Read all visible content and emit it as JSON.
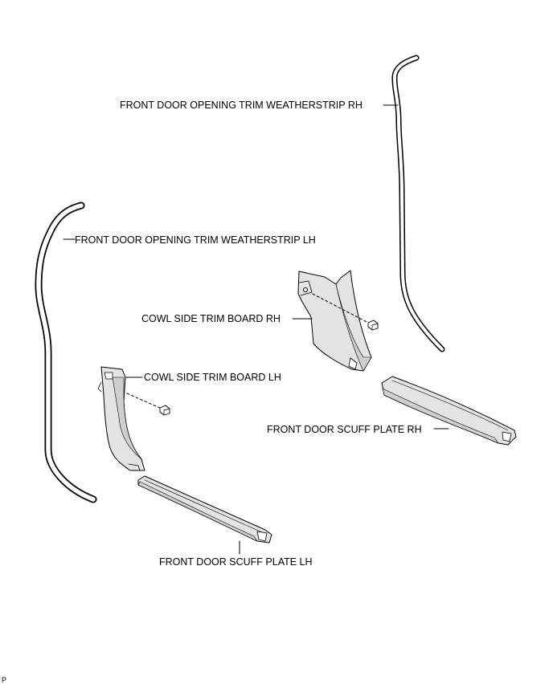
{
  "labels": {
    "weatherstrip_rh": "FRONT DOOR OPENING TRIM WEATHERSTRIP RH",
    "weatherstrip_lh": "FRONT DOOR OPENING TRIM WEATHERSTRIP LH",
    "cowl_rh": "COWL SIDE TRIM BOARD RH",
    "cowl_lh": "COWL SIDE TRIM BOARD LH",
    "scuff_rh": "FRONT DOOR SCUFF PLATE RH",
    "scuff_lh": "FRONT DOOR SCUFF PLATE LH",
    "corner_code": "P"
  },
  "colors": {
    "line": "#000000",
    "panel_fill": "#e4e4e4",
    "panel_shade": "#cfcfcf",
    "background": "#ffffff"
  }
}
